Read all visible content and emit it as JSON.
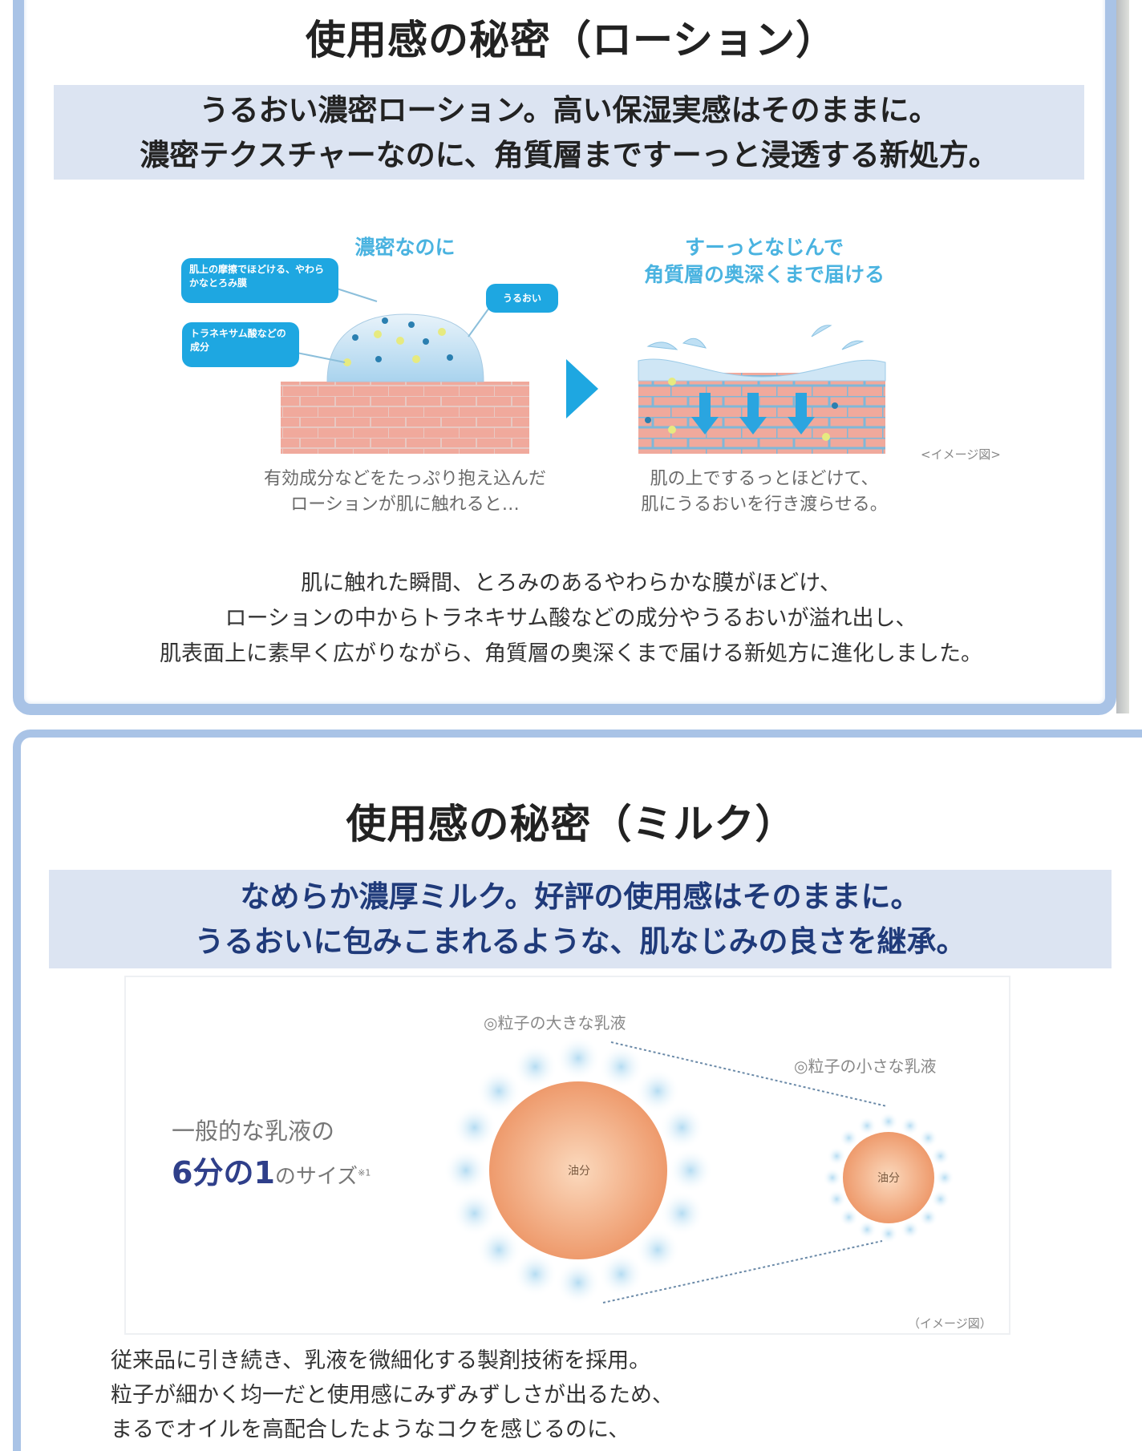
{
  "lotion": {
    "title": "使用感の秘密（ローション）",
    "headline": [
      "うるおい濃密ローション。高い保湿実感はそのままに。",
      "濃密テクスチャーなのに、角質層まですーっと浸透する新処方。"
    ],
    "left_heading": "濃密なのに",
    "bubble_membrane": "肌上の摩擦でほどける、やわらかなとろみ膜",
    "bubble_ingredient": "トラネキサム酸などの成分",
    "bubble_moisture": "うるおい",
    "right_heading": [
      "すーっとなじんで",
      "角質層の奥深くまで届ける"
    ],
    "left_caption": [
      "有効成分などをたっぷり抱え込んだ",
      "ローションが肌に触れると…"
    ],
    "right_caption": [
      "肌の上でするっとほどけて、",
      "肌にうるおいを行き渡らせる。"
    ],
    "image_note": "<イメージ図>",
    "body": [
      "肌に触れた瞬間、とろみのあるやわらかな膜がほどけ、",
      "ローションの中からトラネキサム酸などの成分やうるおいが溢れ出し、",
      "肌表面上に素早く広がりながら、角質層の奥深くまで届ける新処方に進化しました。"
    ]
  },
  "milk": {
    "title": "使用感の秘密（ミルク）",
    "headline": [
      "なめらか濃厚ミルク。好評の使用感はそのままに。",
      "うるおいに包みこまれるような、肌なじみの良さを継承。"
    ],
    "large_label": "◎粒子の大きな乳液",
    "small_label": "◎粒子の小さな乳液",
    "size_line1": "一般的な乳液の",
    "size_big": "6分の1",
    "size_rest": "のサイズ",
    "size_note": "※1",
    "oil_label": "油分",
    "image_note": "（イメージ図）",
    "body": [
      "従来品に引き続き、乳液を微細化する製剤技術を採用。",
      "粒子が細かく均一だと使用感にみずみずしさが出るため、",
      "まるでオイルを高配合したようなコクを感じるのに、"
    ]
  },
  "colors": {
    "accent_blue": "#1ea7e1",
    "headline_navy": "#1f3a7a",
    "band": "#dce4f2",
    "frame": "#a9c3e6",
    "skin": "#f0a99c",
    "oil": "#ee9a6c"
  }
}
